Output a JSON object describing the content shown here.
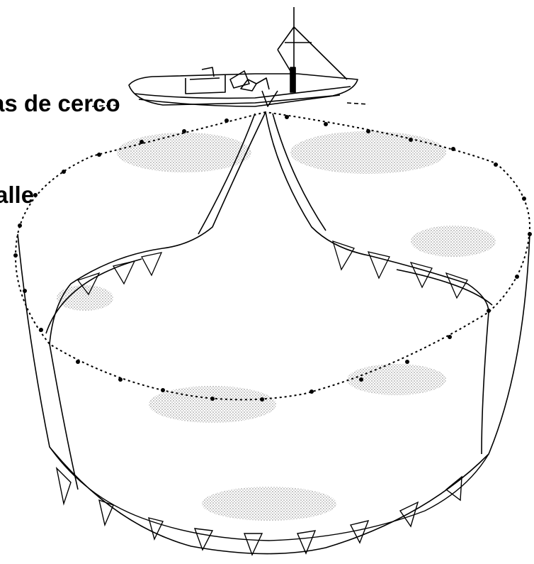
{
  "title": {
    "line1": "as de cerco",
    "line2": "alle"
  },
  "colors": {
    "background": "#ffffff",
    "ink": "#000000",
    "water_shading": "#b9b9b9"
  },
  "elements": {
    "boat": "fishing-boat",
    "net": "purse-seine-net",
    "float_line": "float-line",
    "lead_line": "lead-line",
    "purse_rings": "purse-rings"
  }
}
